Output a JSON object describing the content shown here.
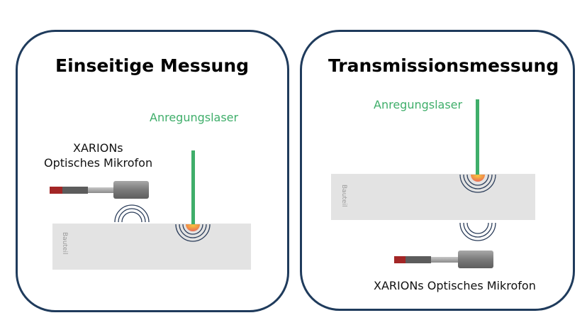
{
  "left_panel": {
    "title": "Einseitige Messung",
    "laser_label": "Anregungslaser",
    "mic_label_line1": "XARIONs",
    "mic_label_line2": "Optisches Mikrofon",
    "part_label": "Bauteil"
  },
  "right_panel": {
    "title": "Transmissionsmessung",
    "laser_label": "Anregungslaser",
    "mic_label": "XARIONs Optisches Mikrofon",
    "part_label": "Bauteil"
  },
  "colors": {
    "panel_border": "#1f3b5c",
    "laser": "#3fae6a",
    "part": "#e3e3e3",
    "wave": "#2b3d5a",
    "hotspot": "#f08a4b"
  }
}
